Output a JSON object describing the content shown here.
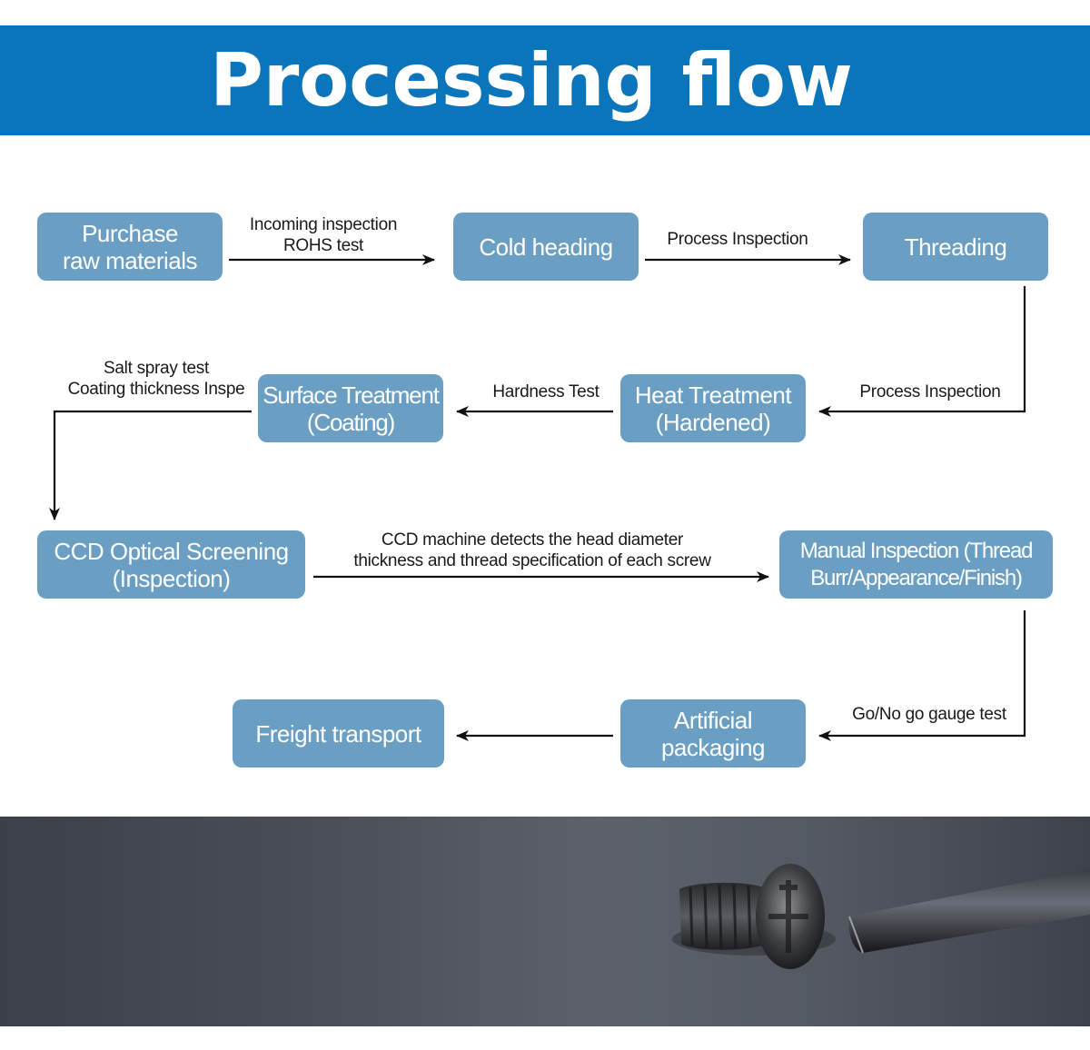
{
  "title": "Processing flow",
  "nodes": {
    "purchase": "Purchase\nraw materials",
    "cold_heading": "Cold heading",
    "threading": "Threading",
    "heat_treatment": "Heat Treatment\n(Hardened)",
    "surface_treatment": "Surface Treatment\n(Coating)",
    "ccd_screening": "CCD Optical Screening\n(Inspection)",
    "manual_inspection": "Manual Inspection (Thread\nBurr/Appearance/Finish)",
    "artificial_packaging": "Artificial\npackaging",
    "freight_transport": "Freight transport"
  },
  "labels": {
    "incoming": "Incoming inspection\nROHS test",
    "process_inspection_1": "Process Inspection",
    "process_inspection_2": "Process Inspection",
    "hardness_test": "Hardness Test",
    "salt_spray": "Salt spray test\nCoating thickness Inspe",
    "ccd_machine": "CCD machine detects the head diameter\nthickness and thread specification of each screw",
    "go_no_go": "Go/No go gauge test"
  },
  "colors": {
    "banner": "#0a75ba",
    "node": "#6a9fc3",
    "arrow": "#111111"
  },
  "photo": {
    "subject": "screw-and-screwdriver-photo"
  }
}
